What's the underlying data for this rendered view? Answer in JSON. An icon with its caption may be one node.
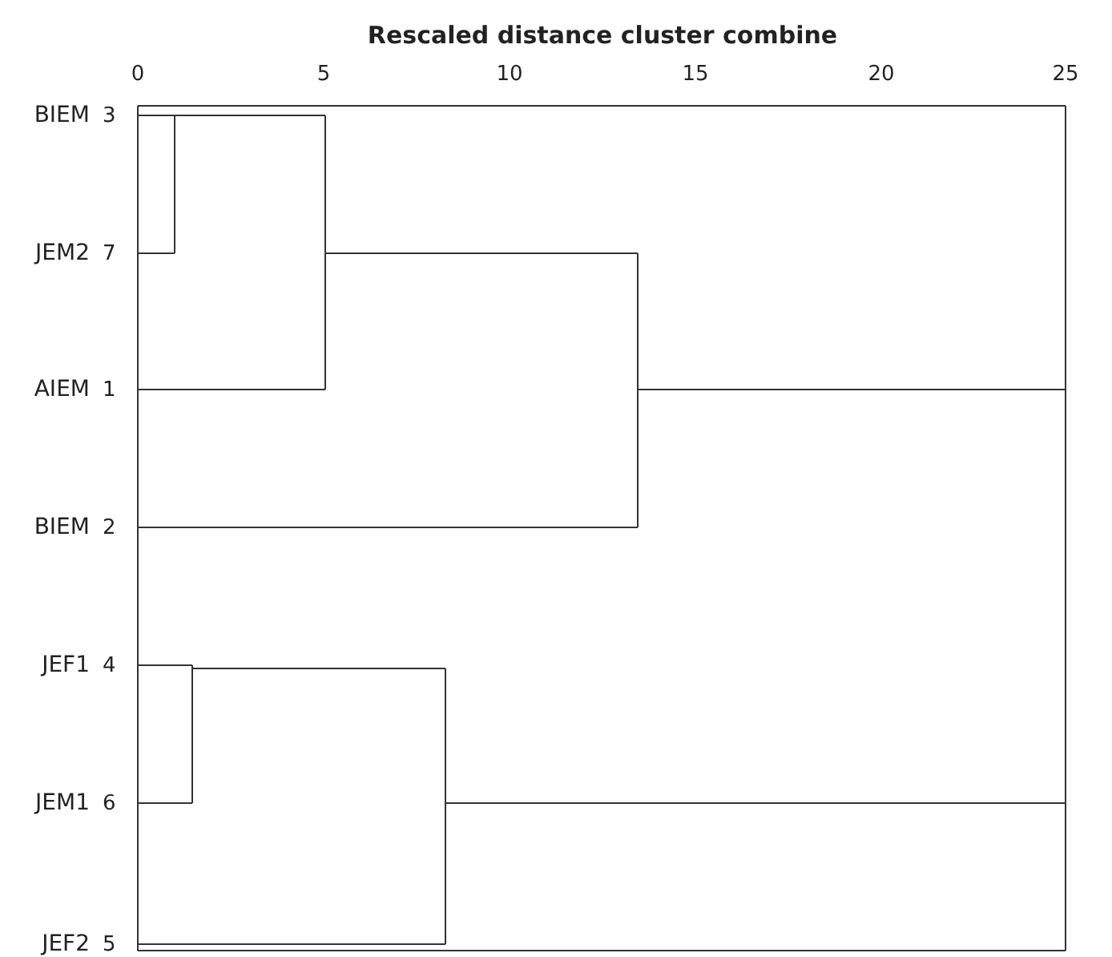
{
  "diagram": {
    "labels": [
      "Rescaled distance cluster combine",
      "0",
      "5",
      "10",
      "15",
      "20",
      "25",
      "BIEM",
      "3",
      "JEM2",
      "7",
      "AIEM",
      "1",
      "BIEM",
      "2",
      "JEF1",
      "4",
      "JEM1",
      "6",
      "JEF2",
      "5"
    ]
  }
}
